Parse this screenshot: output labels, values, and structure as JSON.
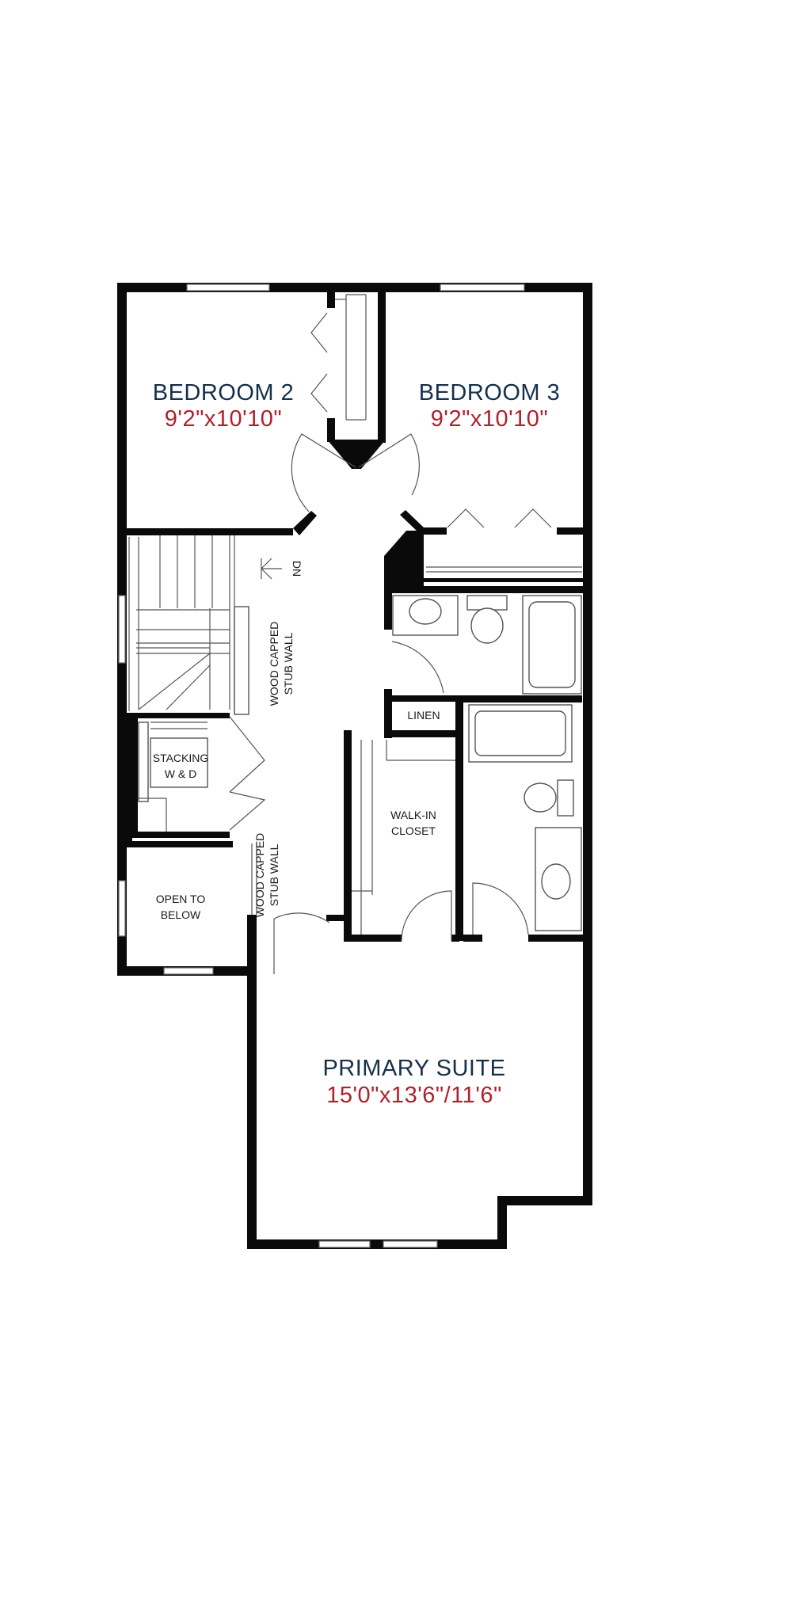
{
  "rooms": {
    "bedroom2": {
      "name": "BEDROOM 2",
      "dims": "9'2\"x10'10\""
    },
    "bedroom3": {
      "name": "BEDROOM 3",
      "dims": "9'2\"x10'10\""
    },
    "primary": {
      "name": "PRIMARY SUITE",
      "dims": "15'0\"x13'6\"/11'6\""
    }
  },
  "labels": {
    "dn": "DN",
    "stub_wall_line1": "WOOD CAPPED",
    "stub_wall_line2": "STUB WALL",
    "linen": "LINEN",
    "stacking_line1": "STACKING",
    "stacking_line2": "W & D",
    "walkin_line1": "WALK-IN",
    "walkin_line2": "CLOSET",
    "open_line1": "OPEN TO",
    "open_line2": "BELOW"
  },
  "colors": {
    "room_name": "#17304a",
    "room_dims": "#b0202c",
    "walls": "#0a0a0a"
  }
}
